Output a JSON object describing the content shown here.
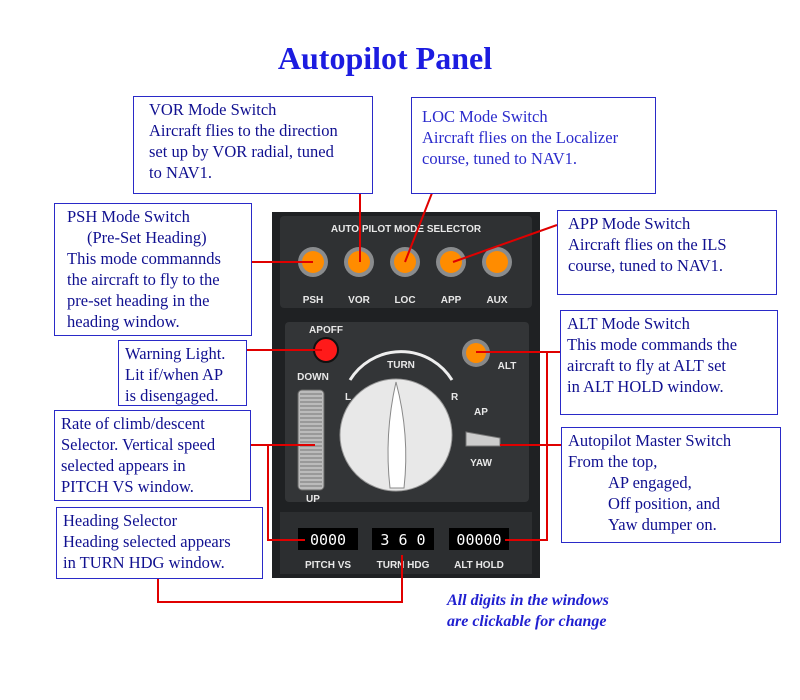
{
  "title": "Autopilot Panel",
  "callouts": {
    "vor": [
      "VOR Mode Switch",
      "Aircraft flies to the direction",
      "set up by VOR radial, tuned",
      "to NAV1."
    ],
    "loc": [
      "LOC Mode Switch",
      "Aircraft flies on the Localizer",
      "course, tuned to NAV1."
    ],
    "psh": [
      "PSH Mode Switch",
      "(Pre-Set Heading)",
      "This mode commannds",
      "the aircraft to fly to the",
      "pre-set heading in the",
      "heading window."
    ],
    "app": [
      "APP Mode Switch",
      "Aircraft flies on the ILS",
      "course, tuned to NAV1."
    ],
    "warning": [
      "Warning Light.",
      "Lit if/when AP",
      "is disengaged."
    ],
    "alt": [
      "ALT Mode Switch",
      "This mode commands the",
      "aircraft to fly at ALT set",
      "in ALT HOLD window."
    ],
    "rate": [
      "Rate of climb/descent",
      "Selector. Vertical speed",
      "selected appears in",
      "PITCH VS window."
    ],
    "heading": [
      "Heading Selector",
      "Heading selected appears",
      "in TURN HDG window."
    ],
    "master": [
      "Autopilot Master Switch",
      "From the top,",
      "AP engaged,",
      "Off position, and",
      "Yaw dumper on."
    ]
  },
  "note": [
    "All digits in the windows",
    "are clickable for change"
  ],
  "panel": {
    "header": "AUTO PILOT MODE SELECTOR",
    "mode_buttons": [
      "PSH",
      "VOR",
      "LOC",
      "APP",
      "AUX"
    ],
    "apoff": "APOFF",
    "alt": "ALT",
    "turn": "TURN",
    "left": "L",
    "right": "R",
    "down": "DOWN",
    "up": "UP",
    "ap": "AP",
    "yaw": "YAW",
    "windows": [
      {
        "label": "PITCH VS",
        "value": "0000"
      },
      {
        "label": "TURN HDG",
        "value": "3 6 0"
      },
      {
        "label": "ALT HOLD",
        "value": "00000"
      }
    ]
  },
  "colors": {
    "lamp": "#ff8c00",
    "warning": "#ff1a1a",
    "line": "#e00000",
    "text": "#101090"
  }
}
